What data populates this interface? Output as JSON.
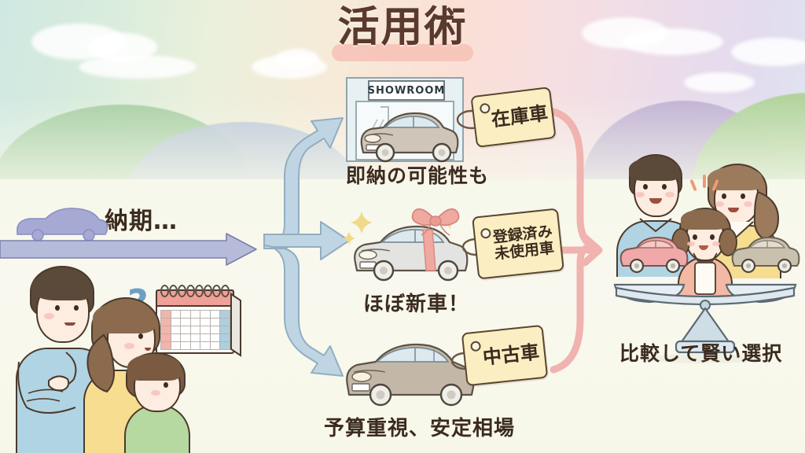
{
  "title": {
    "text": "活用術",
    "underline_color": "#f6c3b8",
    "text_color": "#5a3a2c"
  },
  "background": {
    "sky_left_color": "#cfe8e2",
    "sky_mid_color": "#fadfd6",
    "sky_right_color": "#dfe6f0",
    "ground_color": "#f7f8ec",
    "hills": [
      {
        "name": "hill-green-left",
        "color": "#9ecb9e"
      },
      {
        "name": "hill-blue-left",
        "color": "#b3c3d6"
      },
      {
        "name": "hill-purple-right",
        "color": "#b6a7cf"
      },
      {
        "name": "hill-green-right",
        "color": "#a9cf92"
      }
    ]
  },
  "left_panel": {
    "delivery_label": "納期…",
    "arrow_name": "delivery-timeline-arrow",
    "arrow_color": "#9aa0cc",
    "car_silhouette_color": "#a6a9d4",
    "question_mark": "?",
    "calendar": {
      "header_color": "#f1a097",
      "highlight_left_color": "#f3b4ab",
      "highlight_right_color": "#aecfe0"
    },
    "family": [
      {
        "name": "father",
        "shirt_color": "#b0d4e3",
        "hair_color": "#5b4a3a"
      },
      {
        "name": "mother",
        "shirt_color": "#f6dd90",
        "hair_color": "#8b6a4e"
      },
      {
        "name": "child",
        "shirt_color": "#b5d9a0",
        "hair_color": "#7a5a41"
      }
    ]
  },
  "branch_arrow": {
    "name": "three-way-branch-arrow",
    "color": "#b8cfde"
  },
  "merge_arrow": {
    "name": "merge-brace-arrow",
    "color": "#f0b3b0"
  },
  "options": [
    {
      "id": "stock-car",
      "tag_label": "在庫車",
      "tag_lines": [
        "在庫車"
      ],
      "caption": "即納の可能性も",
      "showroom_sign": "SHOWROOM",
      "car_color": "#cfc5b8"
    },
    {
      "id": "registered-unused-car",
      "tag_label": "登録済み未使用車",
      "tag_lines": [
        "登録済み",
        "未使用車"
      ],
      "caption": "ほぼ新車！",
      "ribbon_color": "#f0a9a0",
      "car_color": "#e3e4e2"
    },
    {
      "id": "used-car",
      "tag_label": "中古車",
      "tag_lines": [
        "中古車"
      ],
      "caption": "予算重視、安定相場",
      "car_color": "#c3b8a8"
    }
  ],
  "right_panel": {
    "caption": "比較して賢い選択",
    "scale_name": "balance-scale",
    "left_car_color": "#f0a8a8",
    "right_car_color": "#c9c0ad",
    "family": [
      {
        "name": "father",
        "shirt_color": "#b0d4e3",
        "hair_color": "#5b4a3a"
      },
      {
        "name": "mother",
        "shirt_color": "#f6dd90",
        "hair_color": "#9c7a5c"
      },
      {
        "name": "daughter",
        "shirt_color": "#f3b9a4",
        "hair_color": "#8b6a4e"
      }
    ]
  },
  "palette": {
    "tag_fill": "#fbeec2",
    "tag_stroke": "#5a4630",
    "caption_text": "#3b2b1e"
  }
}
